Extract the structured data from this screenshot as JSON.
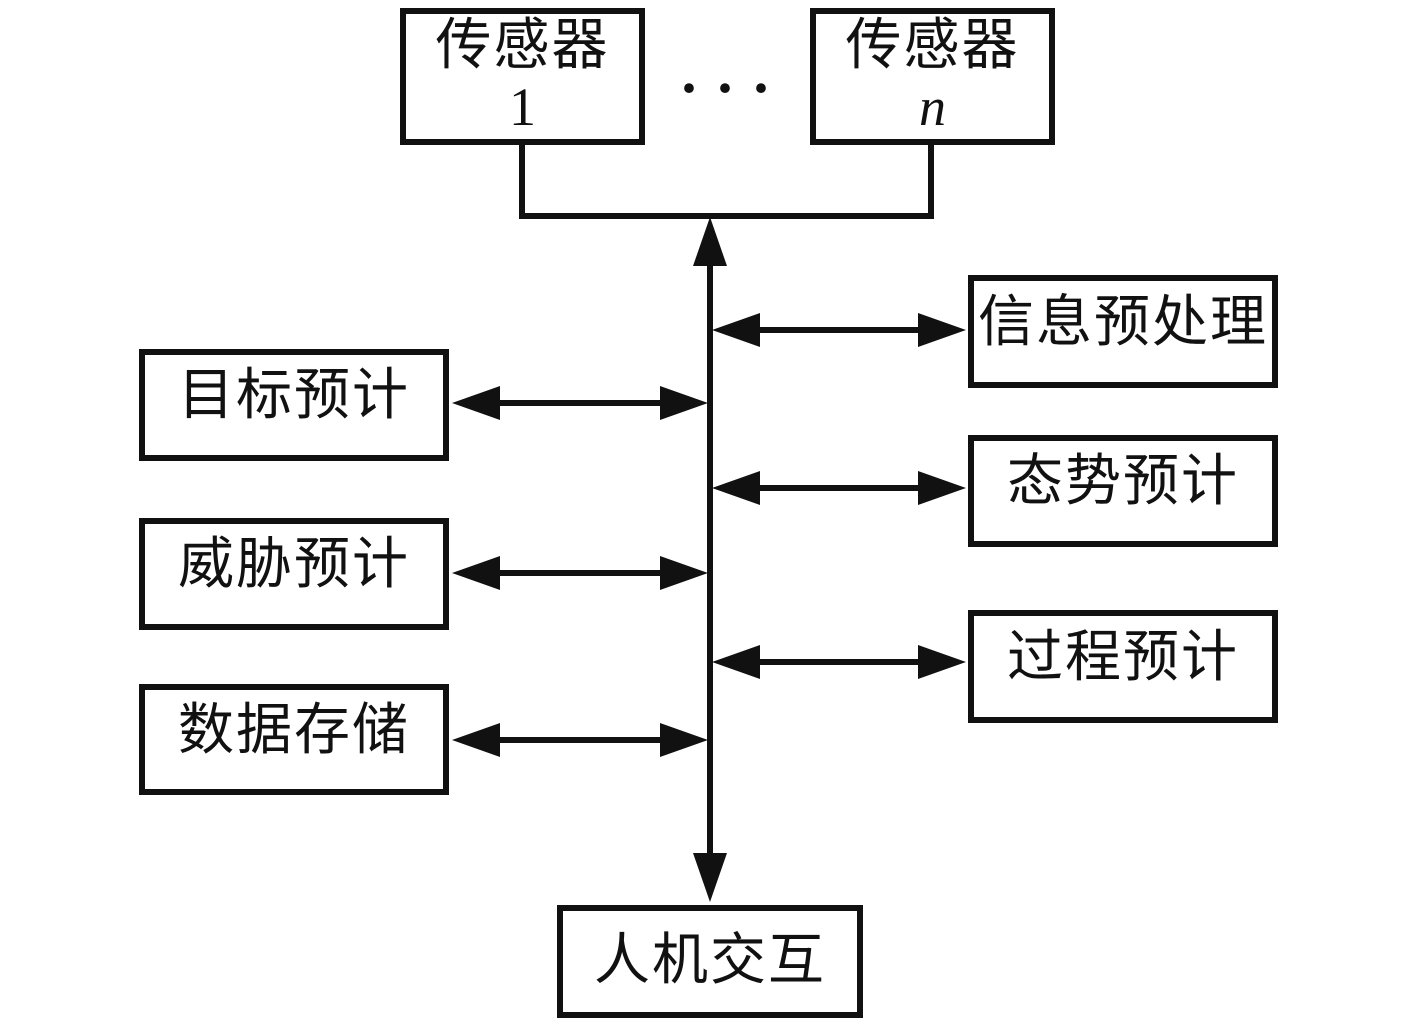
{
  "diagram": {
    "title_semantic": "sensor-fusion-architecture",
    "colors": {
      "line": "#111111",
      "background": "#ffffff",
      "box_fill": "#ffffff"
    },
    "sensors": {
      "sensor1": {
        "line1": "传感器",
        "line2": "1"
      },
      "sensorN": {
        "line1": "传感器",
        "line2": "n"
      },
      "ellipsis": "···"
    },
    "left_nodes": [
      {
        "label": "目标预计"
      },
      {
        "label": "威胁预计"
      },
      {
        "label": "数据存储"
      }
    ],
    "right_nodes": [
      {
        "label": "信息预处理"
      },
      {
        "label": "态势预计"
      },
      {
        "label": "过程预计"
      }
    ],
    "bottom_node": {
      "label": "人机交互"
    }
  }
}
